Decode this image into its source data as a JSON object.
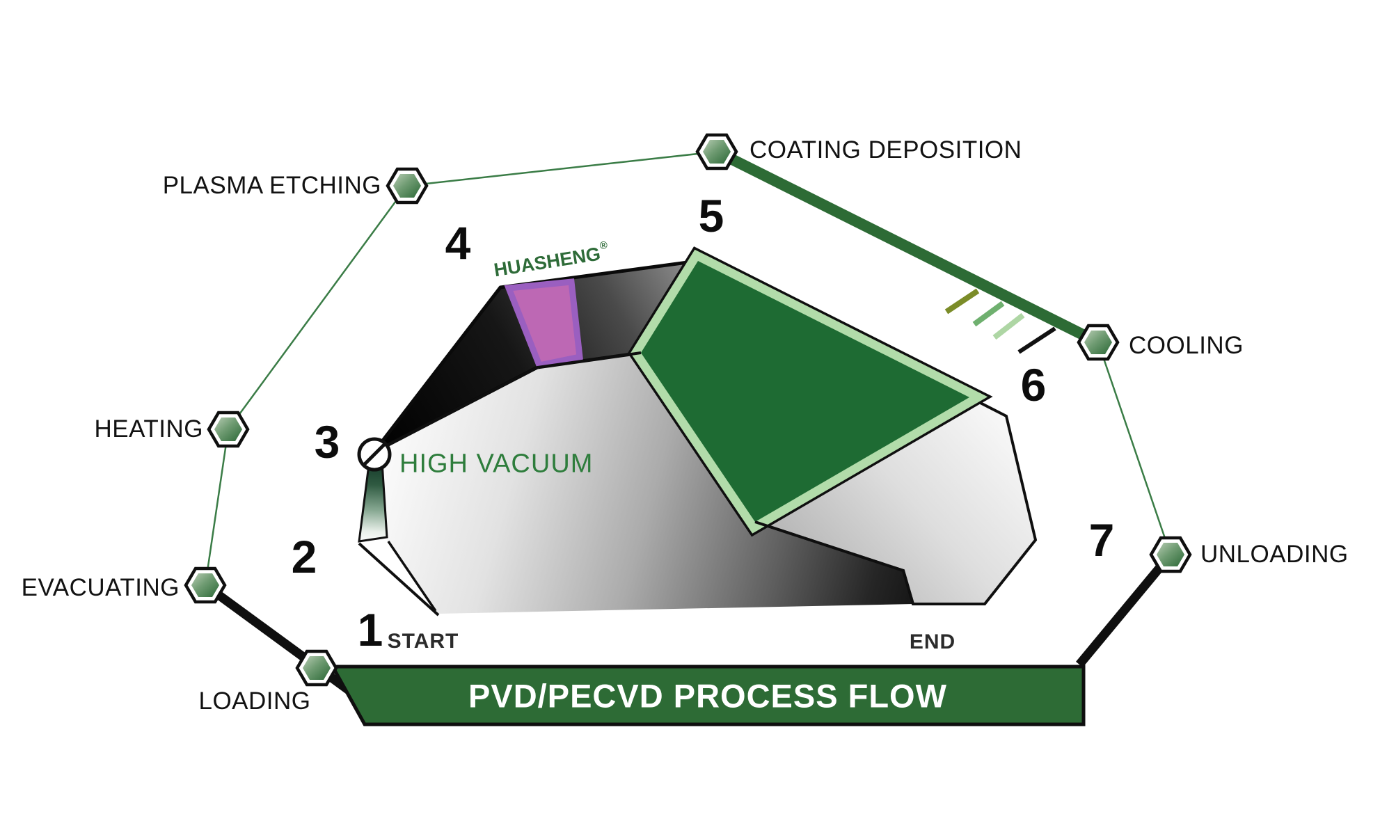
{
  "diagram": {
    "banner": "PVD/PECVD PROCESS FLOW",
    "start_label": "START",
    "end_label": "END",
    "vacuum_label": "HIGH VACUUM",
    "brand": "HUASHENG",
    "brand_mark": "®"
  },
  "stations": [
    {
      "number": "1",
      "label": "LOADING"
    },
    {
      "number": "2",
      "label": "EVACUATING"
    },
    {
      "number": "3",
      "label": "HEATING"
    },
    {
      "number": "4",
      "label": "PLASMA ETCHING"
    },
    {
      "number": "5",
      "label": "COATING DEPOSITION"
    },
    {
      "number": "6",
      "label": "COOLING"
    },
    {
      "number": "7",
      "label": "UNLOADING"
    }
  ],
  "colors": {
    "banner_green": "#2d6b35",
    "thick_line_green": "#2d6b35",
    "thin_line_green": "#3a7c46",
    "facet_green": "#1e6b33",
    "facet_green_border": "#b2dcaa",
    "label_green": "#2e7d3c",
    "purple_fill": "#bd68b4",
    "purple_border": "#9a5fc0",
    "outline_black": "#0f0f0f",
    "tick_olive": "#7b8c28",
    "tick_green": "#6fb06f",
    "tick_pale_green": "#aed6a4",
    "tick_black": "#111111"
  }
}
